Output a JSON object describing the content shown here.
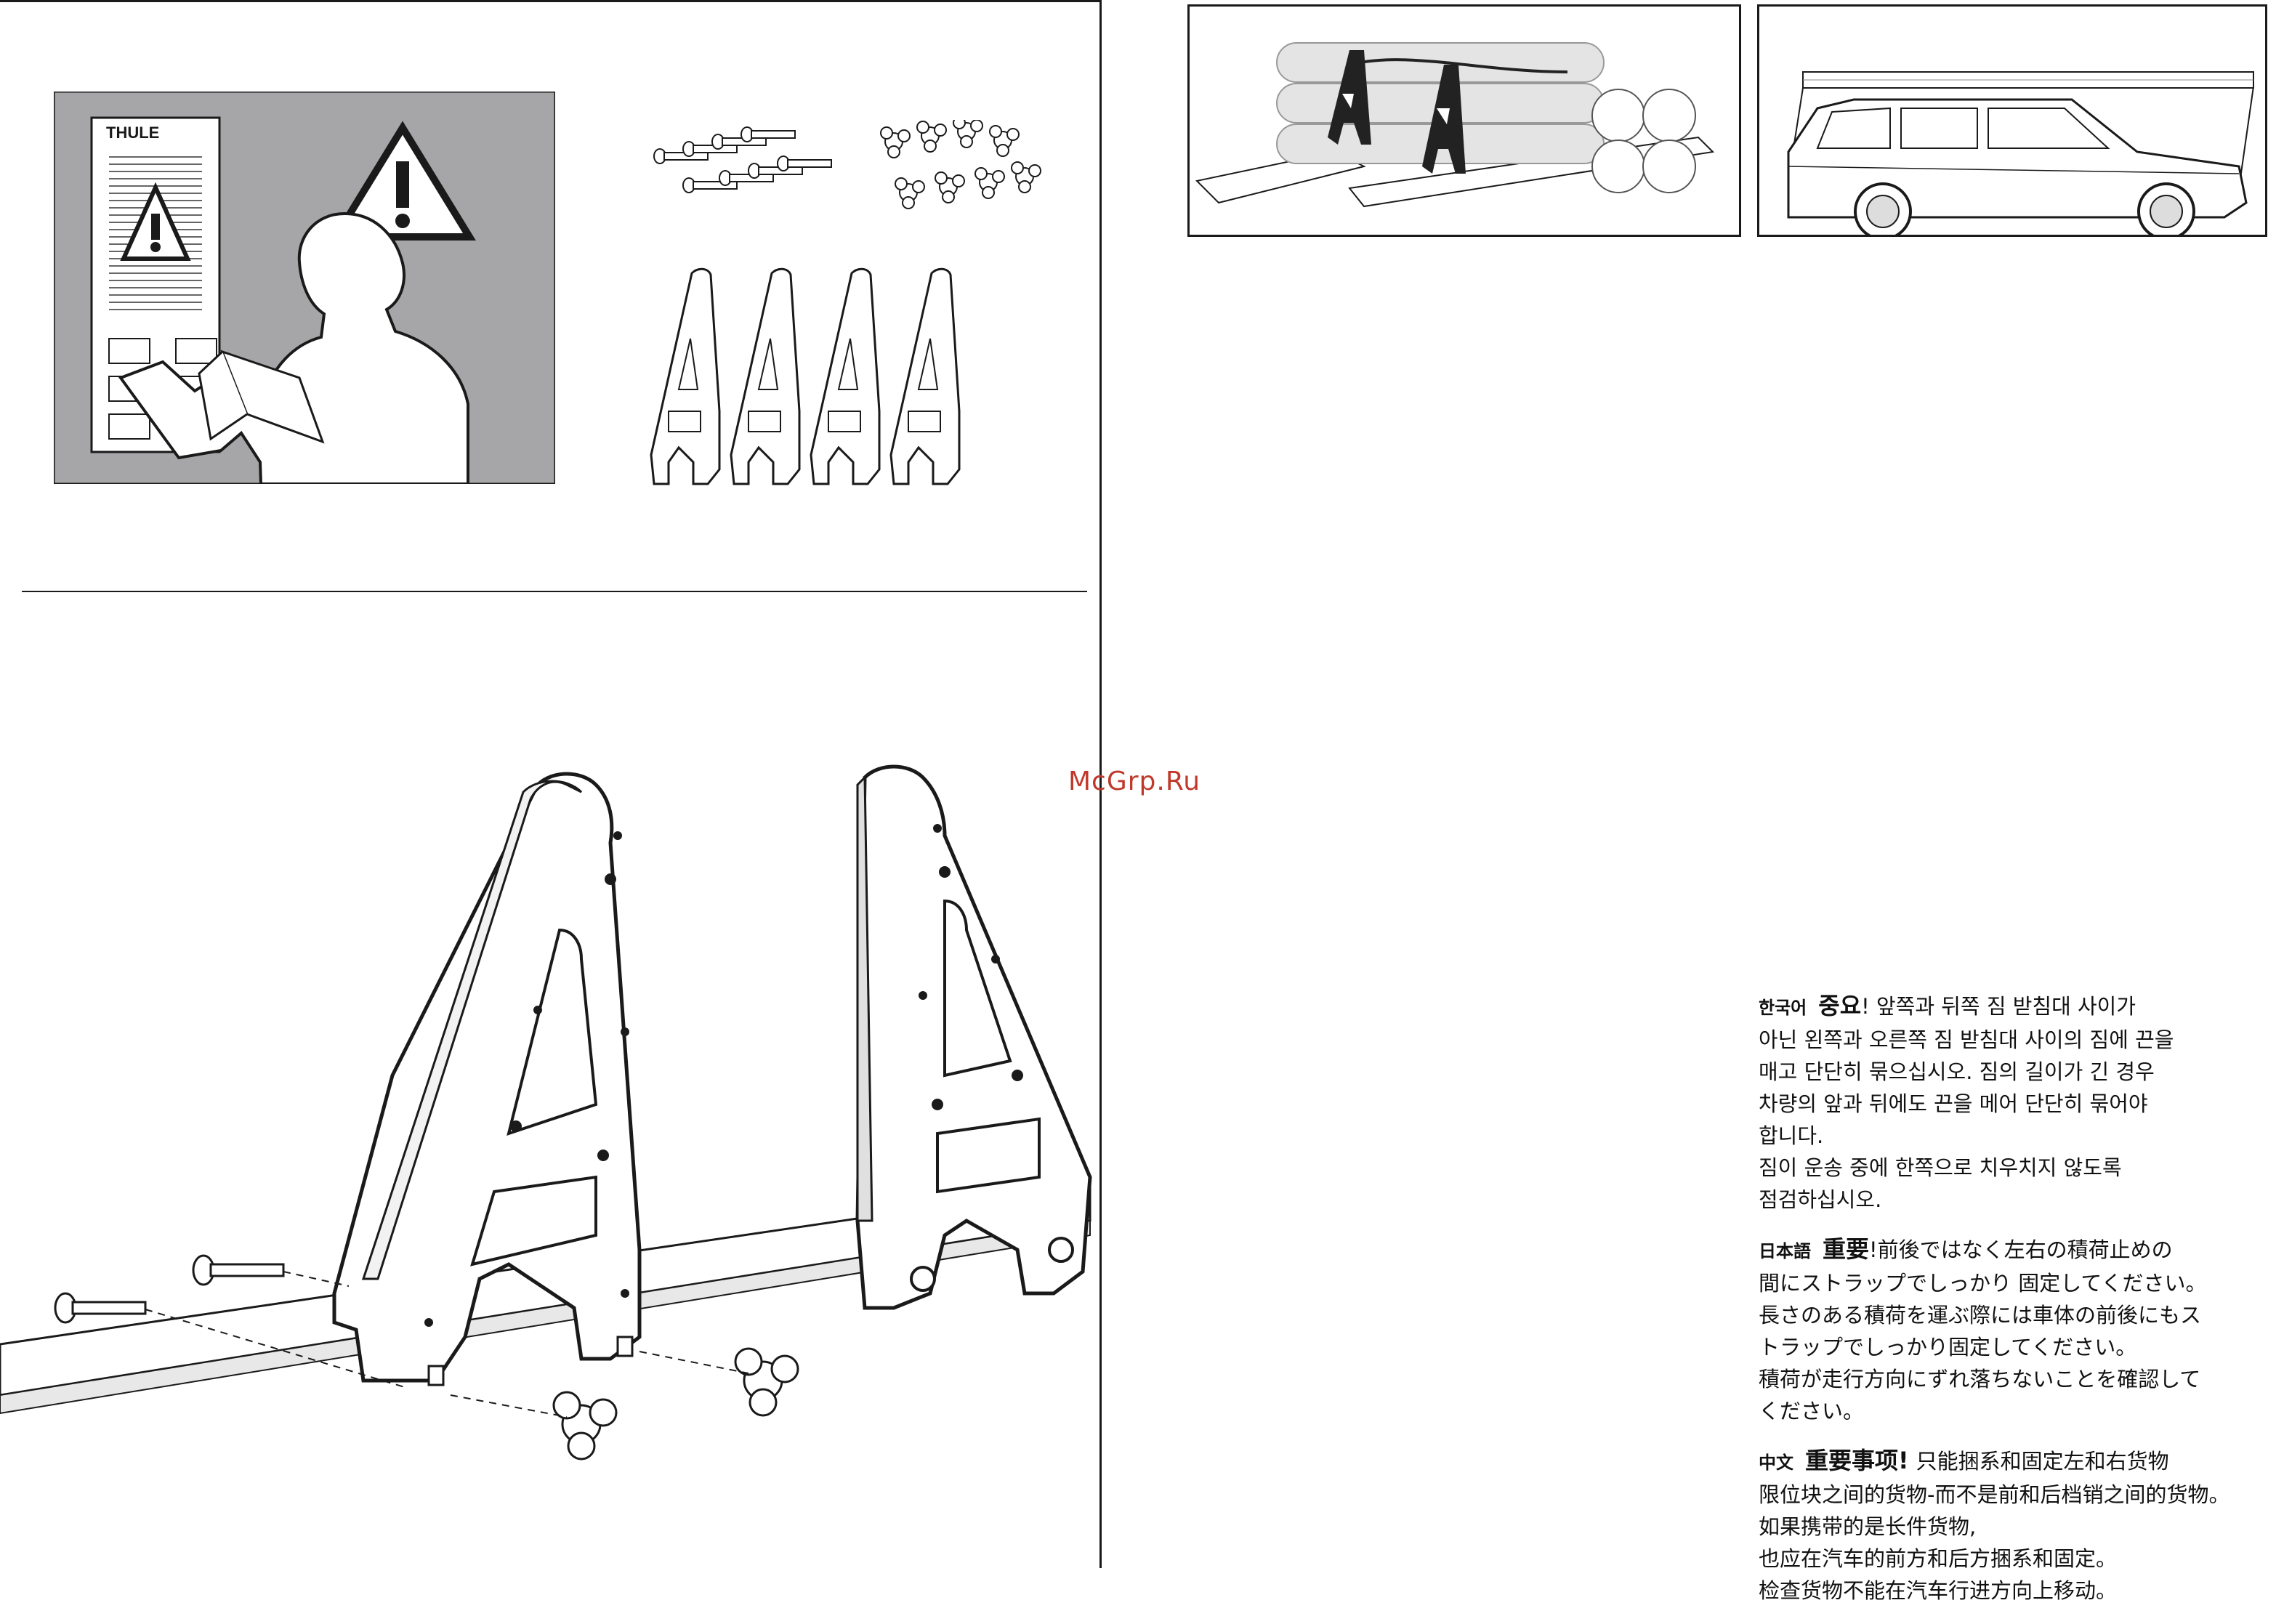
{
  "brand": {
    "logo_text": "THULE"
  },
  "watermark": "McGrp.Ru",
  "colors": {
    "panel_grey": "#a6a6a8",
    "ink": "#1a1a1a",
    "watermark": "#c0392b"
  },
  "icons": [
    "warning-triangle-icon",
    "reading-person-figure",
    "bolt-icon",
    "knob-nut-icon",
    "load-stop-bracket",
    "car-illustration"
  ],
  "notes": {
    "korean": {
      "lang": "한국어",
      "important": "중요",
      "lines": [
        "! 앞쪽과 뒤쪽 짐 받침대 사이가",
        "아닌 왼쪽과 오른쪽 짐 받침대 사이의 짐에 끈을",
        "매고 단단히 묶으십시오. 짐의 길이가 긴 경우",
        "차량의 앞과 뒤에도 끈을 메어 단단히 묶어야",
        "합니다.",
        "짐이 운송 중에 한쪽으로 치우치지 않도록",
        "점검하십시오."
      ]
    },
    "japanese": {
      "lang": "日本語",
      "important": "重要",
      "lines": [
        "!前後ではなく左右の積荷止めの",
        "間にストラップでしっかり 固定してください。",
        "長さのある積荷を運ぶ際には車体の前後にもス",
        "トラップでしっかり固定してください。",
        "積荷が走行方向にずれ落ちないことを確認して",
        "ください。"
      ]
    },
    "chinese": {
      "lang": "中文",
      "important": "重要事项!",
      "lines": [
        "只能捆系和固定左和右货物",
        "限位块之间的货物-而不是前和后档销之间的货物。",
        "如果携带的是长件货物,",
        "也应在汽车的前方和后方捆系和固定。",
        "检查货物不能在汽车行进方向上移动。"
      ]
    }
  }
}
